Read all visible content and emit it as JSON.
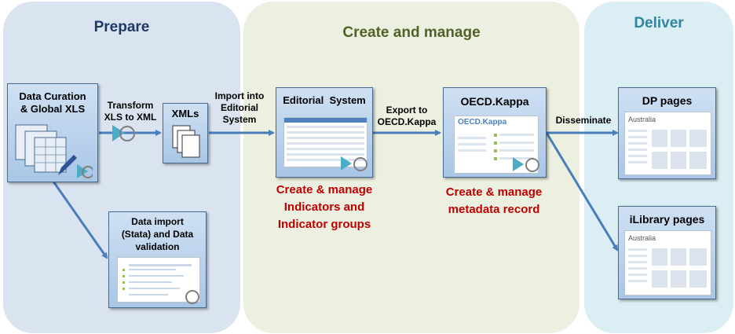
{
  "panels": {
    "prepare": "Prepare",
    "create": "Create and manage",
    "deliver": "Deliver"
  },
  "boxes": {
    "data_curation": [
      "Data Curation",
      "& Global XLS"
    ],
    "xmls": "XMLs",
    "data_import": [
      "Data import",
      "(Stata) and Data",
      "validation"
    ],
    "editorial": "Editorial  System",
    "kappa": "OECD.Kappa",
    "dp_pages": "DP pages",
    "ilibrary": "iLibrary pages"
  },
  "arrows": {
    "transform": [
      "Transform",
      "XLS to XML"
    ],
    "import_into": [
      "Import into",
      "Editorial",
      "System"
    ],
    "export_to": [
      "Export to",
      "OECD.Kappa"
    ],
    "disseminate": "Disseminate"
  },
  "descriptions": {
    "editorial": [
      "Create & manage",
      "Indicators and",
      "Indicator groups"
    ],
    "kappa": [
      "Create & manage",
      "metadata record"
    ]
  },
  "thumbnails": {
    "kappa_logo": "OECD.Kappa",
    "country": "Australia"
  },
  "colors": {
    "prepare_bg": "#dae3f0",
    "create_bg": "#ebf0e0",
    "deliver_bg": "#daeef4",
    "prepare_title": "#1f3864",
    "create_title": "#4f6228",
    "deliver_title": "#31859c",
    "arrow": "#4a7ebb",
    "red_text": "#c00000",
    "play": "#4bacc6"
  }
}
